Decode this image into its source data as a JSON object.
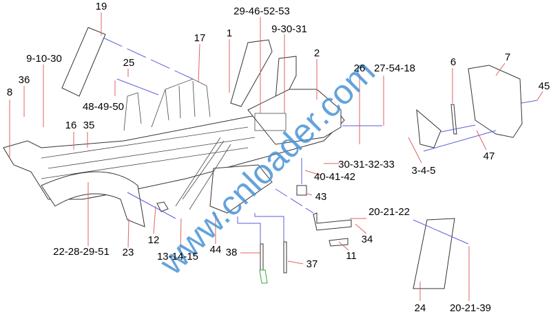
{
  "watermark": "www.cnloader.com",
  "labels": {
    "l19": "19",
    "l29_46_52_53": "29-46-52-53",
    "l9_30_31": "9-30-31",
    "l1": "1",
    "l17": "17",
    "l2": "2",
    "l9_10_30": "9-10-30",
    "l25": "25",
    "l26": "26",
    "l27_54_18": "27-54-18",
    "l6": "6",
    "l7": "7",
    "l36": "36",
    "l45": "45",
    "l8": "8",
    "l48_49_50": "48-49-50",
    "l16": "16",
    "l35": "35",
    "l30_31_32_33": "30-31-32-33",
    "l3_4_5": "3-4-5",
    "l47": "47",
    "l40_41_42": "40-41-42",
    "l43": "43",
    "l20_21_22": "20-21-22",
    "l34": "34",
    "l12": "12",
    "l22_28_29_51": "22-28-29-51",
    "l23": "23",
    "l13_14_15": "13-14-15",
    "l44": "44",
    "l38": "38",
    "l37": "37",
    "l11": "11",
    "l24": "24",
    "l20_21_39": "20-21-39"
  },
  "colors": {
    "leader": "#e06060",
    "assembly_line": "#5a5ae0",
    "watermark": "#4a94d6"
  }
}
